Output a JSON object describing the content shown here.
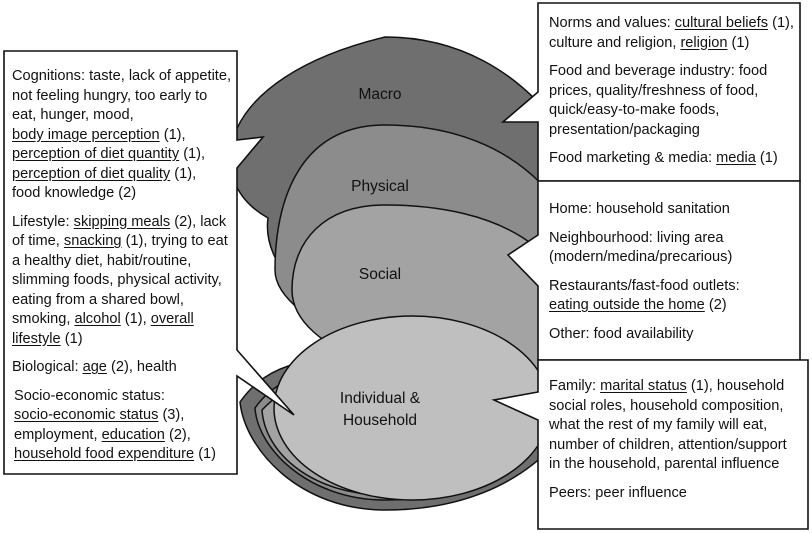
{
  "diagram": {
    "levels": {
      "macro": "Macro",
      "physical": "Physical",
      "social": "Social",
      "individual": "Individual &\nHousehold"
    },
    "colors": {
      "macro": "#6f6f6f",
      "physical": "#8c8c8c",
      "social": "#a3a3a3",
      "individual": "#bfbfbf",
      "outline": "#111111"
    },
    "left_box": {
      "cognitions": {
        "label": "Cognitions: taste, lack of appetite, not feeling hungry, too early to eat, hunger, mood,",
        "items": [
          {
            "text": "body image perception",
            "count": " (1),"
          },
          {
            "text": "perception of diet quantity",
            "count": " (1),"
          },
          {
            "text": "perception of diet quality",
            "count": " (1),"
          }
        ],
        "tail": "food knowledge (2)"
      },
      "lifestyle": {
        "label": "Lifestyle:",
        "skipping": "skipping meals",
        "skipping_count": " (2),",
        "lack": " lack of time, ",
        "snacking": "snacking",
        "snacking_rest": " (1), trying to eat a healthy diet, habit/routine, slimming foods, physical activity, eating from a shared bowl, smoking, ",
        "alcohol": "alcohol",
        "alcohol_count": " (1), ",
        "overall": "overall lifestyle",
        "overall_count": " (1)"
      },
      "biological": {
        "label": "Biological: ",
        "age": "age",
        "rest": " (2), health"
      },
      "ses": {
        "label": "Socio-economic status:",
        "ses": "socio-economic status",
        "ses_count": " (3),",
        "employment": "employment, ",
        "education": "education",
        "education_count": " (2),",
        "expenditure": "household food expenditure",
        "expenditure_count": " (1)"
      }
    },
    "macro_box": {
      "norms_label": "Norms and values: ",
      "cultural": "cultural beliefs",
      "norms_rest": " (1), culture and religion, ",
      "religion": "religion",
      "religion_count": " (1)",
      "industry": "Food and beverage industry: food prices, quality/freshness of food, quick/easy-to-make foods, presentation/packaging",
      "marketing_label": "Food marketing & media: ",
      "media": "media",
      "media_count": " (1)"
    },
    "physical_box": {
      "home": "Home: household sanitation",
      "neighbourhood": "Neighbourhood: living area (modern/medina/precarious)",
      "restaurants_label": "Restaurants/fast-food outlets:",
      "eating_out": "eating outside the home",
      "eating_out_count": " (2)",
      "other": "Other: food availability"
    },
    "individual_box": {
      "family_label": "Family: ",
      "marital": "marital status",
      "family_rest": " (1), household social roles, household composition, what the rest of my family will eat, number of children, attention/support in the household, parental influence",
      "peers": "Peers: peer influence"
    }
  }
}
